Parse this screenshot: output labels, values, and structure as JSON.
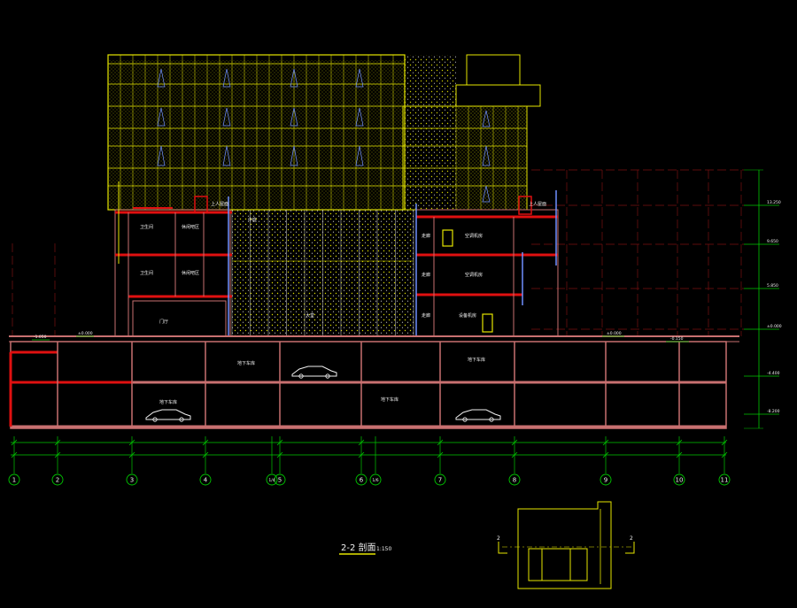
{
  "drawing": {
    "title": "2-2 剖面",
    "scale": "1:150",
    "colors": {
      "background": "#000000",
      "facade": "#e6e600",
      "slab": "#e01010",
      "wall": "#c87070",
      "glass": "#6f8fff",
      "grid": "#7a1010",
      "dim": "#00c800",
      "text": "#f0f0f0",
      "key": "#e6e600",
      "section_mark": "#e6e600"
    }
  },
  "grid_axes": {
    "labels": [
      "1",
      "2",
      "3",
      "4",
      "5",
      "6",
      "7",
      "8",
      "9",
      "10",
      "11"
    ],
    "half_labels": [
      "1/4",
      "1/6"
    ]
  },
  "levels": {
    "right_labels": [
      "13.250",
      "9.650",
      "5.850",
      "±0.000",
      "-4.400",
      "-8.200"
    ],
    "left_labels": [
      "-1.050",
      "±0.000"
    ],
    "ground_labels": [
      "±0.000",
      "-0.150"
    ]
  },
  "rooms": {
    "labels": [
      "卫生间",
      "休闲吧区",
      "卫生间",
      "休闲吧区",
      "门厅",
      "大堂",
      "走廊",
      "走廊",
      "走廊",
      "空调机房",
      "空调机房",
      "设备机房",
      "地下车库",
      "地下车库",
      "地下车库",
      "地下车库",
      "中庭",
      "上人屋面",
      "上人屋面"
    ]
  },
  "key_plan": {
    "section_marks": [
      "2",
      "2"
    ]
  }
}
